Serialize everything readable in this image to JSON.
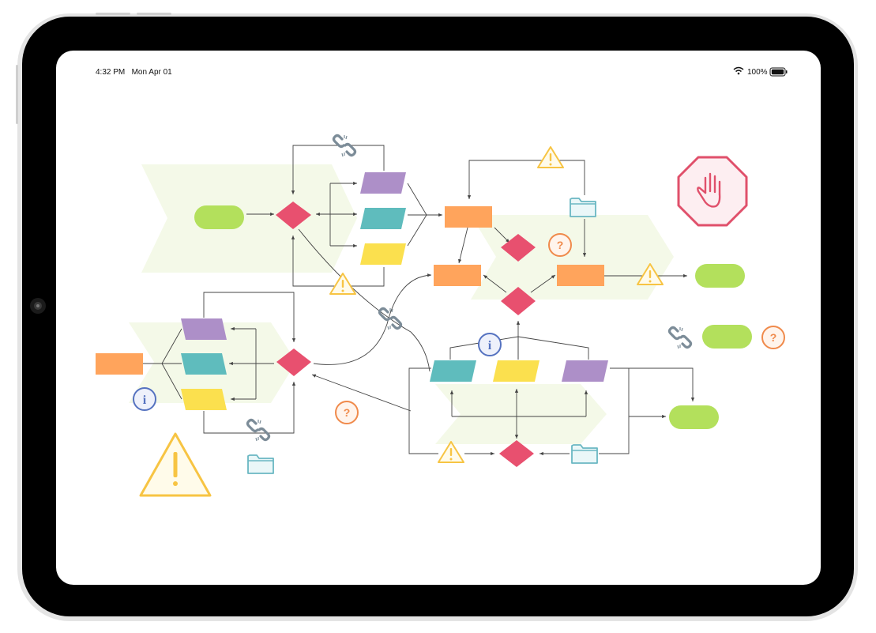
{
  "status_bar": {
    "time": "4:32 PM",
    "date": "Mon Apr 01",
    "battery": "100%"
  },
  "colors": {
    "bezel": "#000000",
    "frame": "#e4e4e4",
    "screen": "#ffffff",
    "lane": "#f4f9e8",
    "terminator": "#b3e05c",
    "process": "#ffa45c",
    "decision": "#e8506f",
    "parallelogram_purple": "#ad8fc8",
    "parallelogram_teal": "#5fbcbd",
    "parallelogram_yellow": "#fbe04e",
    "warning": "#f7c443",
    "question": "#f08a4b",
    "info": "#5572c0",
    "folder": "#6ab7c2",
    "link": "#7c8c98",
    "stop": "#e0506b",
    "connector": "#444444"
  },
  "icons": [
    "wifi-icon",
    "battery-icon",
    "camera-icon",
    "warning-icon",
    "question-icon",
    "info-icon",
    "folder-icon",
    "broken-link-icon",
    "stop-hand-icon"
  ]
}
